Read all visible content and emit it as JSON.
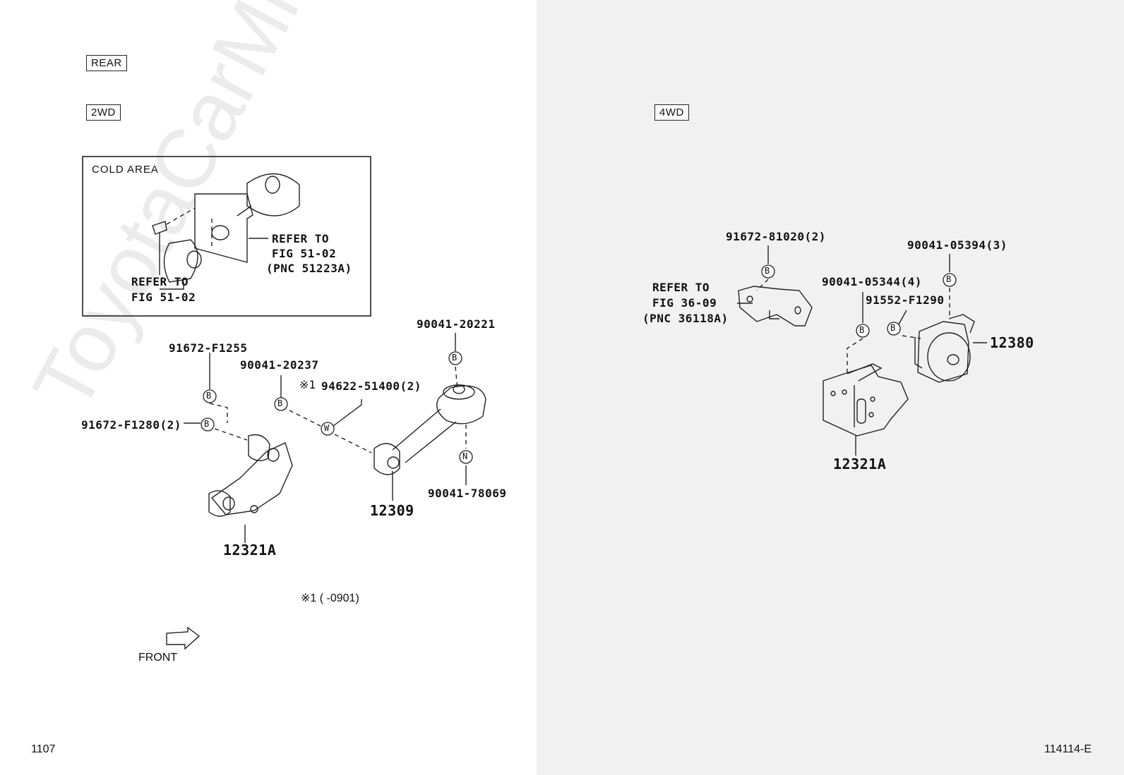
{
  "watermark": "ToyotaCarMine.ru",
  "tags": {
    "rear": "REAR",
    "wd2": "2WD",
    "wd4": "4WD"
  },
  "cold_area": {
    "title": "COLD AREA",
    "refer1": [
      "REFER TO",
      "FIG 51-02",
      "(PNC 51223A)"
    ],
    "refer2": [
      "REFER TO",
      "FIG 51-02"
    ]
  },
  "left_parts": {
    "p1": "91672-F1255",
    "p2": "90041-20237",
    "p3": "94622-51400(2)",
    "p4": "90041-20221",
    "p5": "91672-F1280(2)",
    "p6": "90041-78069",
    "p7": "12309",
    "p8": "12321A",
    "note_marker": "※1"
  },
  "footnote": "※1 (      -0901)",
  "front_label": "FRONT",
  "right_parts": {
    "p1": "91672-81020(2)",
    "p2": "90041-05394(3)",
    "p3": "90041-05344(4)",
    "p4": "91552-F1290",
    "p5": "12380",
    "p6": "12321A",
    "refer": [
      "REFER TO",
      "FIG 36-09",
      "(PNC 36118A)"
    ]
  },
  "symbols": {
    "b": "B",
    "w": "W",
    "n": "N"
  },
  "page_number": "1107",
  "figure_code": "114114-E"
}
